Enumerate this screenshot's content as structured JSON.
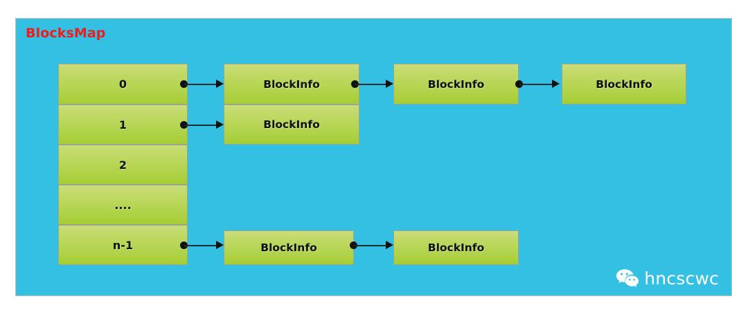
{
  "diagram": {
    "title": "BlocksMap",
    "title_color": "#ee1c1c",
    "panel_color": "#33c0e2",
    "node_color": "#b3d44e",
    "connector_color": "#111111"
  },
  "buckets": [
    {
      "label": "0"
    },
    {
      "label": "1"
    },
    {
      "label": "2"
    },
    {
      "label": "...."
    },
    {
      "label": "n-1"
    }
  ],
  "chains": {
    "row0": [
      {
        "label": "BlockInfo"
      },
      {
        "label": "BlockInfo"
      },
      {
        "label": "BlockInfo"
      }
    ],
    "row1": [
      {
        "label": "BlockInfo"
      }
    ],
    "row4": [
      {
        "label": "BlockInfo"
      },
      {
        "label": "BlockInfo"
      }
    ]
  },
  "watermark": {
    "text": "hncscwc",
    "icon": "wechat-icon"
  }
}
